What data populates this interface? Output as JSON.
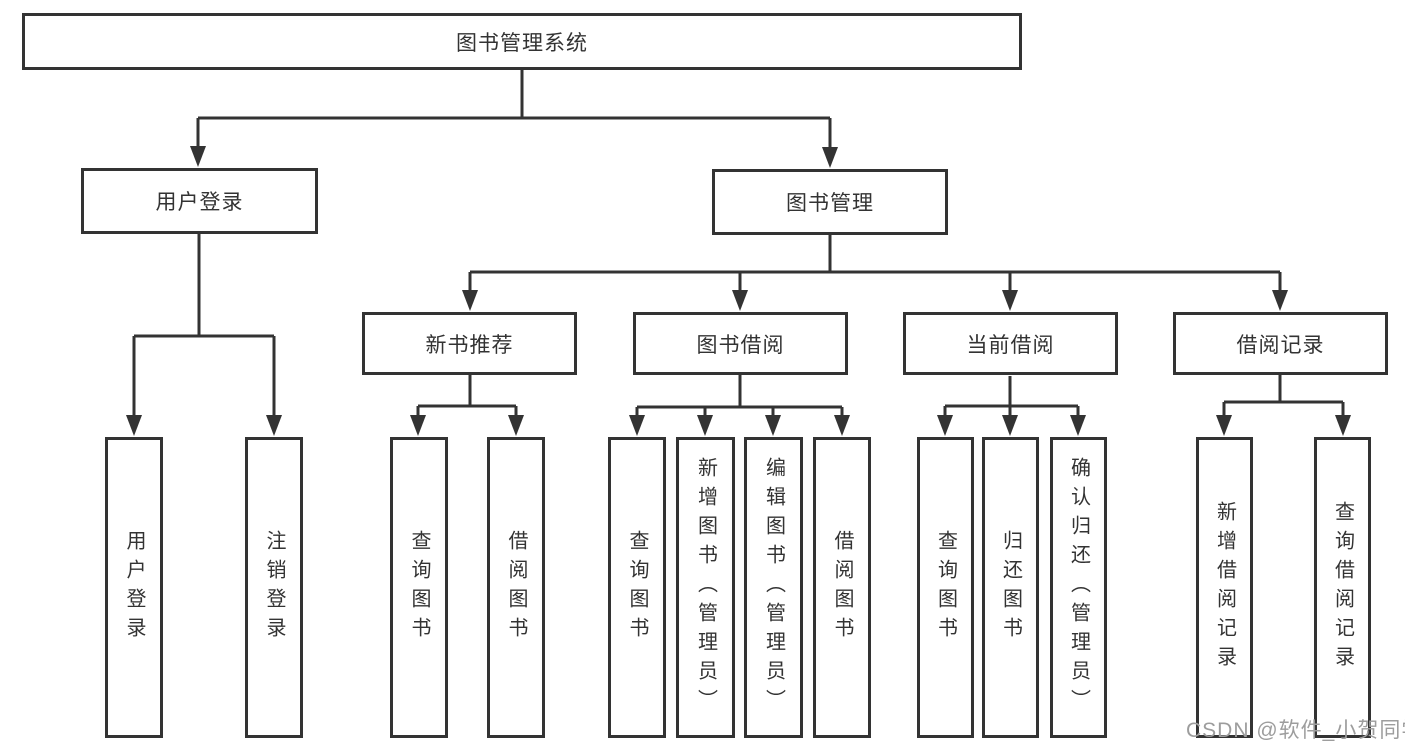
{
  "diagram": {
    "root": {
      "label": "图书管理系统"
    },
    "level2": [
      {
        "label": "用户登录"
      },
      {
        "label": "图书管理"
      }
    ],
    "level3": [
      {
        "label": "新书推荐"
      },
      {
        "label": "图书借阅"
      },
      {
        "label": "当前借阅"
      },
      {
        "label": "借阅记录"
      }
    ],
    "leaves": {
      "user_login": [
        "用户登录",
        "注销登录"
      ],
      "new_book_recommend": [
        "查询图书",
        "借阅图书"
      ],
      "book_borrow": [
        "查询图书",
        "新增图书（管理员）",
        "编辑图书（管理员）",
        "借阅图书"
      ],
      "current_borrow": [
        "查询图书",
        "归还图书",
        "确认归还（管理员）"
      ],
      "borrow_records": [
        "新增借阅记录",
        "查询借阅记录"
      ]
    }
  },
  "watermark": {
    "text": "CSDN @软件_小贺同学"
  },
  "colors": {
    "line": "#333333",
    "border": "#333333",
    "text": "#333333",
    "background": "#ffffff",
    "watermark": "#9d9d9d"
  }
}
